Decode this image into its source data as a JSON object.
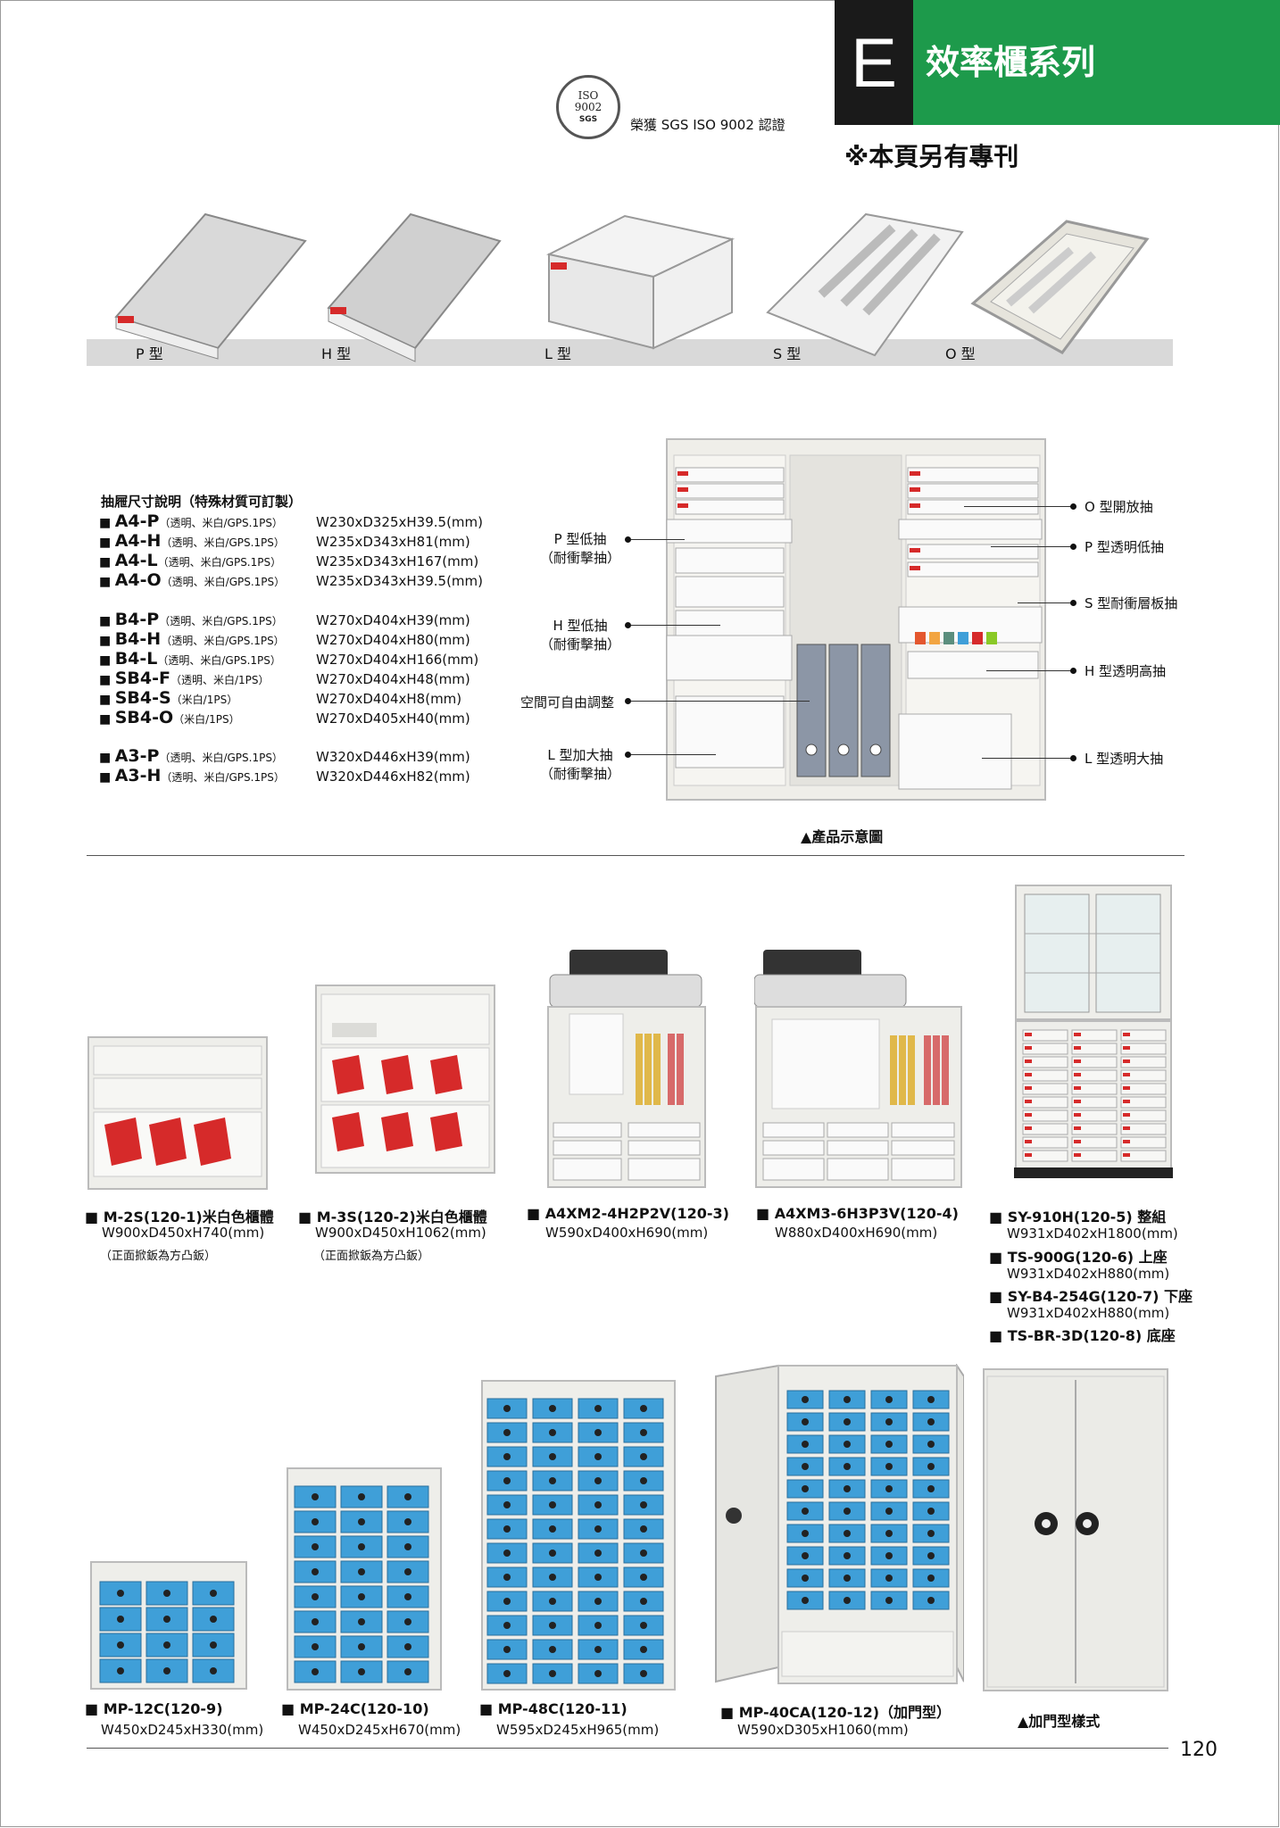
{
  "header": {
    "section_letter": "E",
    "section_title": "效率櫃系列",
    "special_note": "※本頁另有專刊",
    "iso_seal_line1": "ISO",
    "iso_seal_line2": "9002",
    "iso_seal_line3": "SGS",
    "iso_text": "榮獲 SGS ISO 9002 認證"
  },
  "drawer_types": [
    "P 型",
    "H 型",
    "L 型",
    "S 型",
    "O 型"
  ],
  "specs": {
    "title": "抽屜尺寸說明（特殊材質可訂製）",
    "rows": [
      {
        "model": "A4-P",
        "desc": "（透明、米白/GPS.1PS）",
        "dims": "W230xD325xH39.5(mm)"
      },
      {
        "model": "A4-H",
        "desc": "（透明、米白/GPS.1PS）",
        "dims": "W235xD343xH81(mm)"
      },
      {
        "model": "A4-L",
        "desc": "（透明、米白/GPS.1PS）",
        "dims": "W235xD343xH167(mm)"
      },
      {
        "model": "A4-O",
        "desc": "（透明、米白/GPS.1PS）",
        "dims": "W235xD343xH39.5(mm)"
      },
      {
        "model": "B4-P",
        "desc": "（透明、米白/GPS.1PS）",
        "dims": "W270xD404xH39(mm)"
      },
      {
        "model": "B4-H",
        "desc": "（透明、米白/GPS.1PS）",
        "dims": "W270xD404xH80(mm)"
      },
      {
        "model": "B4-L",
        "desc": "（透明、米白/GPS.1PS）",
        "dims": "W270xD404xH166(mm)"
      },
      {
        "model": "SB4-F",
        "desc": "（透明、米白/1PS）",
        "dims": "W270xD404xH48(mm)"
      },
      {
        "model": "SB4-S",
        "desc": "（米白/1PS）",
        "dims": "W270xD404xH8(mm)"
      },
      {
        "model": "SB4-O",
        "desc": "（米白/1PS）",
        "dims": "W270xD405xH40(mm)"
      },
      {
        "model": "A3-P",
        "desc": "（透明、米白/GPS.1PS）",
        "dims": "W320xD446xH39(mm)"
      },
      {
        "model": "A3-H",
        "desc": "（透明、米白/GPS.1PS）",
        "dims": "W320xD446xH82(mm)"
      }
    ]
  },
  "diagram": {
    "left_callouts": [
      {
        "line1": "P 型低抽",
        "line2": "（耐衝擊抽）"
      },
      {
        "line1": "H 型低抽",
        "line2": "（耐衝擊抽）"
      },
      {
        "line1": "空間可自由調整",
        "line2": ""
      },
      {
        "line1": "L 型加大抽",
        "line2": "（耐衝擊抽）"
      }
    ],
    "right_callouts": [
      "O 型開放抽",
      "P 型透明低抽",
      "S 型耐衝層板抽",
      "H 型透明高抽",
      "L 型透明大抽"
    ],
    "caption": "▲產品示意圖"
  },
  "products_row1": [
    {
      "name": "■ M-2S(120-1)米白色櫃體",
      "dims": "W900xD450xH740(mm)",
      "note": "（正面掀鈑為方凸鈑）"
    },
    {
      "name": "■ M-3S(120-2)米白色櫃體",
      "dims": "W900xD450xH1062(mm)",
      "note": "（正面掀鈑為方凸鈑）"
    },
    {
      "name": "■ A4XM2-4H2P2V(120-3)",
      "dims": "W590xD400xH690(mm)",
      "note": ""
    },
    {
      "name": "■ A4XM3-6H3P3V(120-4)",
      "dims": "W880xD400xH690(mm)",
      "note": ""
    }
  ],
  "products_sy": [
    {
      "name": "■ SY-910H(120-5) 整組",
      "dims": "W931xD402xH1800(mm)"
    },
    {
      "name": "■ TS-900G(120-6) 上座",
      "dims": "W931xD402xH880(mm)"
    },
    {
      "name": "■ SY-B4-254G(120-7) 下座",
      "dims": "W931xD402xH880(mm)"
    },
    {
      "name": "■ TS-BR-3D(120-8) 底座",
      "dims": ""
    }
  ],
  "products_row3": [
    {
      "name": "■ MP-12C(120-9)",
      "dims": "W450xD245xH330(mm)"
    },
    {
      "name": "■ MP-24C(120-10)",
      "dims": "W450xD245xH670(mm)"
    },
    {
      "name": "■ MP-48C(120-11)",
      "dims": "W595xD245xH965(mm)"
    },
    {
      "name": "■ MP-40CA(120-12)（加門型）",
      "dims": "W590xD305xH1060(mm)"
    }
  ],
  "door_caption": "▲加門型樣式",
  "page_number": "120",
  "colors": {
    "section_green": "#1d9a4b",
    "section_black": "#1a1a1a",
    "drawer_blue": "#3f9fd8",
    "tag_red": "#d62a2a"
  }
}
